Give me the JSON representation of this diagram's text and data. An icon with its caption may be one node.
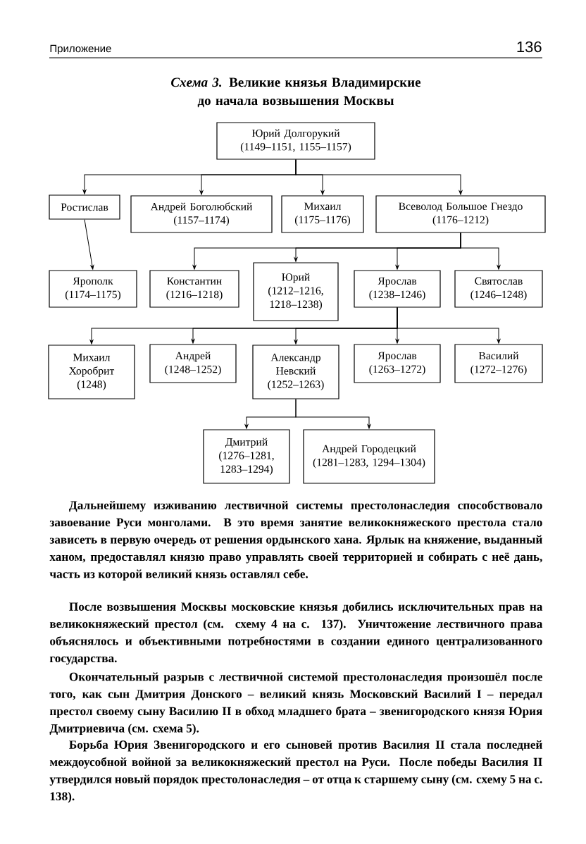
{
  "diagram": {
    "title": "*Схема 3.* Великие князья Владимирские до начала возвышения Москвы",
    "nodes": [
      {
        "text": [
          "Юрий Долгорукий",
          "(1149–1151, 1155–1157)"
        ]
      },
      {
        "text": [
          "Ростислав"
        ]
      },
      {
        "text": [
          "Андрей Боголюбский",
          "(1157–1174)"
        ]
      },
      {
        "text": [
          "Михаил",
          "(1175–1176)"
        ]
      },
      {
        "text": [
          "Всеволод Большое Гнездо",
          "(1176–1212)"
        ]
      },
      {
        "text": [
          "Ярополк",
          "(1174–1175)"
        ]
      },
      {
        "text": [
          "Константин",
          "(1216–1218)"
        ]
      },
      {
        "text": [
          "Юрий",
          "(1212–1216, 1218–1238)"
        ]
      },
      {
        "text": [
          "Ярослав",
          "(1238–1246)"
        ]
      },
      {
        "text": [
          "Святослав",
          "(1246–1248)"
        ]
      },
      {
        "text": [
          "Михаил Хоробрит",
          "(1248)"
        ]
      },
      {
        "text": [
          "Андрей",
          "(1248–1252)"
        ]
      },
      {
        "text": [
          "Александр Невский",
          "(1252–1263)"
        ]
      },
      {
        "text": [
          "Ярослав",
          "(1263–1272)"
        ]
      },
      {
        "text": [
          "Василий",
          "(1272–1276)"
        ]
      },
      {
        "text": [
          "Дмитрий",
          "(1276–1281, 1283–1294)"
        ]
      },
      {
        "text": [
          "Андрей Городецкий",
          "(1281–1283, 1294–1304)"
        ]
      }
    ],
    "edges": [
      {
        "from": 0,
        "to": 1,
        "arrow": "to"
      },
      {
        "from": 0,
        "to": 2,
        "arrow": "to"
      },
      {
        "from": 0,
        "to": 3,
        "arrow": "to"
      },
      {
        "from": 0,
        "to": 4,
        "arrow": "to"
      },
      {
        "from": 1,
        "to": 5,
        "arrow": "to"
      },
      {
        "from": 4,
        "to": 6,
        "arrow": "to"
      },
      {
        "from": 4,
        "to": 7,
        "arrow": "to"
      },
      {
        "from": 4,
        "to": 8,
        "arrow": "to"
      },
      {
        "from": 4,
        "to": 9,
        "arrow": "to"
      },
      {
        "from": 8,
        "to": 10,
        "arrow": "to"
      },
      {
        "from": 8,
        "to": 11,
        "arrow": "to"
      },
      {
        "from": 8,
        "to": 12,
        "arrow": "to"
      },
      {
        "from": 8,
        "to": 13,
        "arrow": "to"
      },
      {
        "from": 8,
        "to": 14,
        "arrow": "to"
      },
      {
        "from": 12,
        "to": 15,
        "arrow": "to"
      },
      {
        "from": 12,
        "to": 16,
        "arrow": "to"
      }
    ],
    "labels": [
      "Приложение",
      "136",
      "Дальнейшему изживанию лествичной системы престолонаследия способствовало завоевание Руси монголами. В это время занятие великокняжеского престола стало зависеть в первую очередь от решения ордынского хана. Ярлык на княжение, выданный ханом, предоставлял князю право управлять своей территорией и собирать с неё дань, часть из которой великий князь оставлял себе.",
      "После возвышения Москвы московские князья добились исключительных прав на великокняжеский престол (см. схему 4 на с. 137). Уничтожение лествичного права объяснялось и объективными потребностями в создании единого централизованного государства.",
      "Окончательный разрыв с лествичной системой престолонаследия произошёл после того, как сын Дмитрия Донского – великий князь Московский Василий I – передал престол своему сыну Василию II в обход младшего брата – звенигородского князя Юрия Дмитриевича (см. схема 5).",
      "Борьба Юрия Звенигородского и его сыновей против Василия II стала последней междоусобной войной за великокняжеский престол на Руси. После победы Василия II утвердился новый порядок престолонаследия – от отца к старшему сыну (см. схему 5 на с. 138)."
    ]
  }
}
